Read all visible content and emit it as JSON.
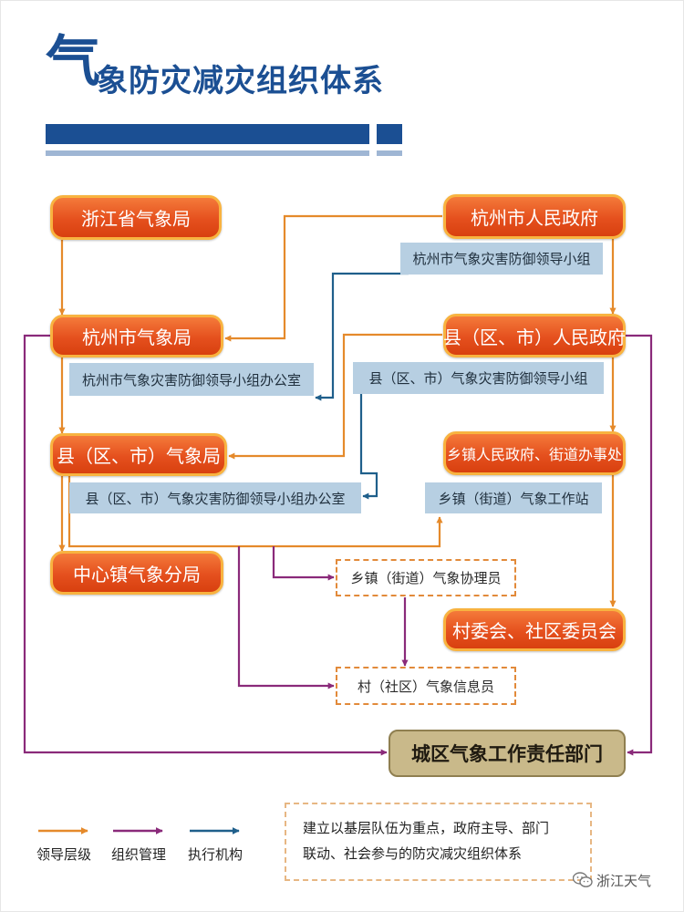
{
  "title": {
    "first_char": "气",
    "rest": "象防灾减灾组织体系"
  },
  "colors": {
    "leadership": "#e58a2b",
    "organization": "#8a2a7a",
    "execution": "#1f5f8b"
  },
  "nodes": {
    "zhejiang_bureau": "浙江省气象局",
    "hangzhou_gov": "杭州市人民政府",
    "hangzhou_group": "杭州市气象灾害防御领导小组",
    "hangzhou_bureau": "杭州市气象局",
    "county_gov": "县（区、市）人民政府",
    "hangzhou_office": "杭州市气象灾害防御领导小组办公室",
    "county_group": "县（区、市）气象灾害防御领导小组",
    "county_bureau": "县（区、市）气象局",
    "township_gov": "乡镇人民政府、街道办事处",
    "county_office": "县（区、市）气象灾害防御领导小组办公室",
    "township_station": "乡镇（街道）气象工作站",
    "central_town": "中心镇气象分局",
    "township_assistant": "乡镇（街道）气象协理员",
    "village_committee": "村委会、社区委员会",
    "village_informant": "村（社区）气象信息员",
    "urban_department": "城区气象工作责任部门"
  },
  "note": {
    "line1": "建立以基层队伍为重点，政府主导、部门",
    "line2": "联动、社会参与的防灾减灾组织体系"
  },
  "legend": {
    "leadership": "领导层级",
    "organization": "组织管理",
    "execution": "执行机构"
  },
  "brand": {
    "icon": "wechat-icon",
    "text": "浙江天气"
  }
}
